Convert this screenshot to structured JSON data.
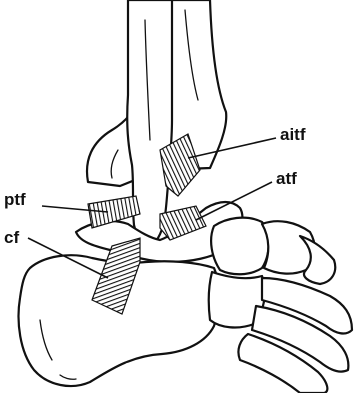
{
  "labels": {
    "aitf": "aitf",
    "atf": "atf",
    "ptf": "ptf",
    "cf": "cf"
  }
}
